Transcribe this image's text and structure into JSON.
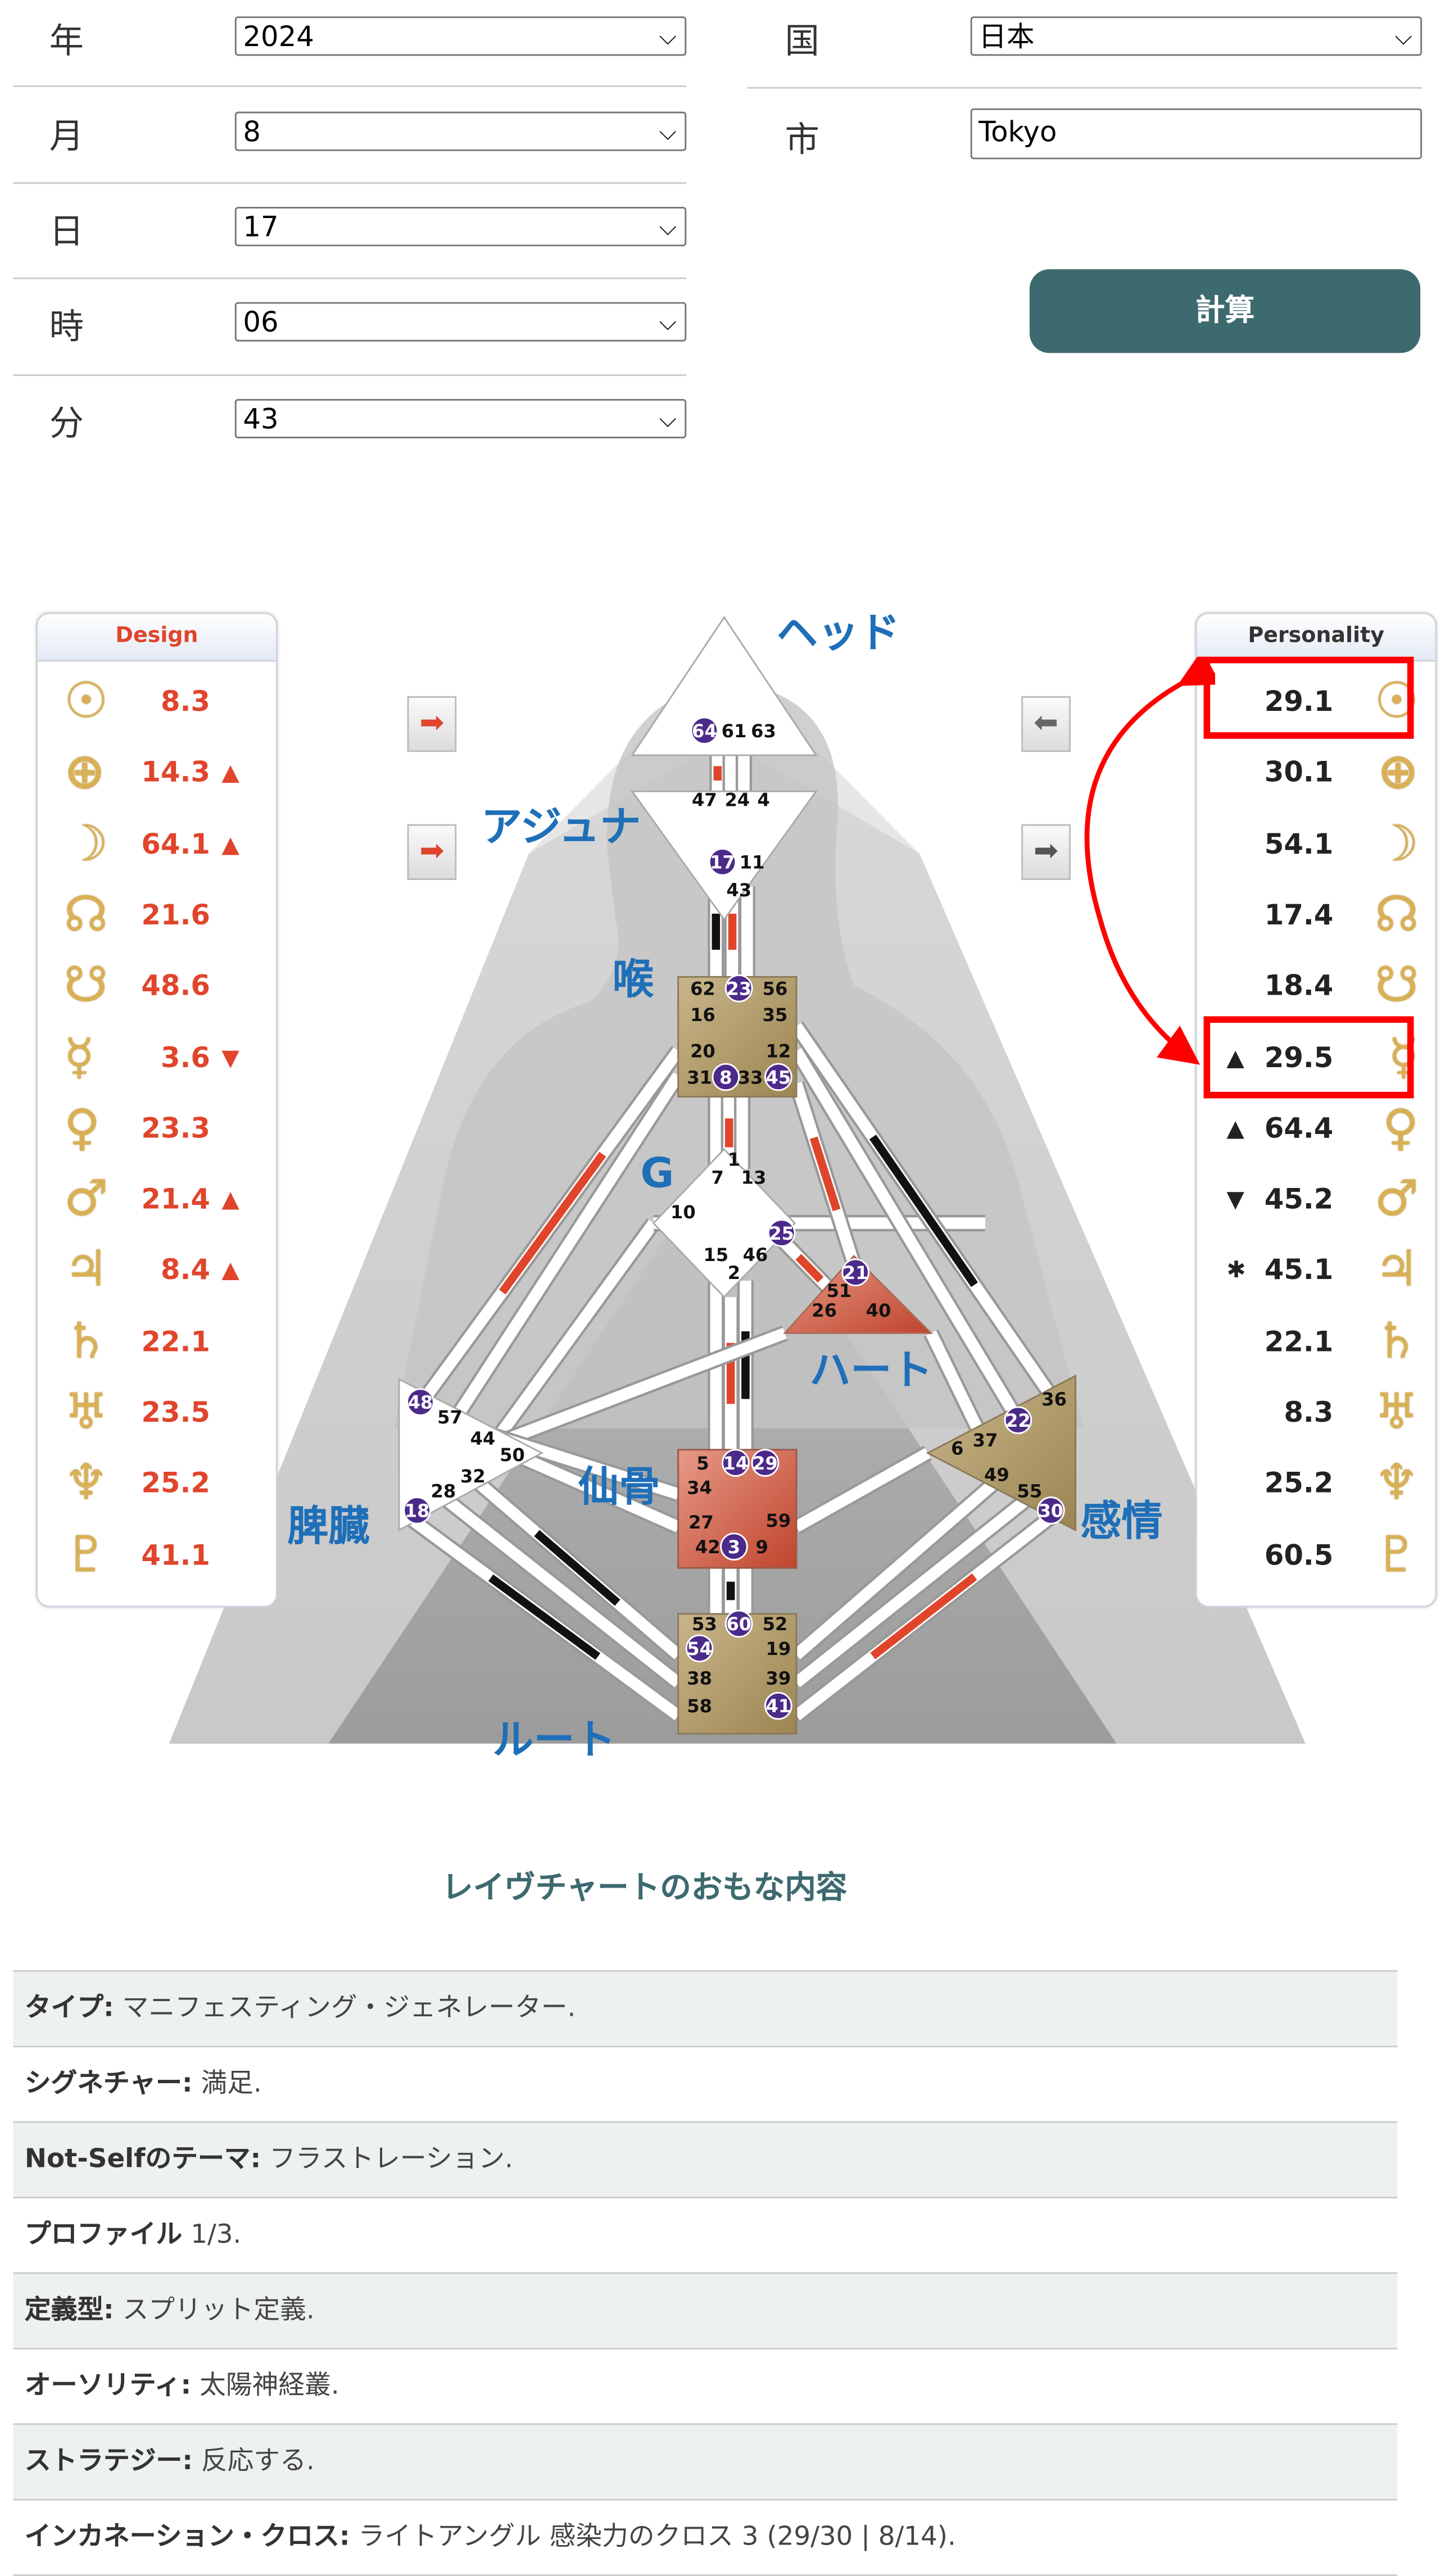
{
  "form": {
    "year": {
      "label": "年",
      "value": "2024"
    },
    "month": {
      "label": "月",
      "value": "8"
    },
    "day": {
      "label": "日",
      "value": "17"
    },
    "hour": {
      "label": "時",
      "value": "06"
    },
    "minute": {
      "label": "分",
      "value": "43"
    },
    "country": {
      "label": "国",
      "value": "日本"
    },
    "city": {
      "label": "市",
      "value": "Tokyo"
    },
    "calculate_label": "計算"
  },
  "design": {
    "title": "Design",
    "rows": [
      {
        "planet": "sun",
        "symbol": "☉",
        "value": "8.3",
        "marker": ""
      },
      {
        "planet": "earth",
        "symbol": "⊕",
        "value": "14.3",
        "marker": "▲"
      },
      {
        "planet": "moon",
        "symbol": "☽",
        "value": "64.1",
        "marker": "▲"
      },
      {
        "planet": "north-node",
        "symbol": "☊",
        "value": "21.6",
        "marker": ""
      },
      {
        "planet": "south-node",
        "symbol": "☋",
        "value": "48.6",
        "marker": ""
      },
      {
        "planet": "mercury",
        "symbol": "☿",
        "value": "3.6",
        "marker": "▼"
      },
      {
        "planet": "venus",
        "symbol": "♀",
        "value": "23.3",
        "marker": ""
      },
      {
        "planet": "mars",
        "symbol": "♂",
        "value": "21.4",
        "marker": "▲"
      },
      {
        "planet": "jupiter",
        "symbol": "♃",
        "value": "8.4",
        "marker": "▲"
      },
      {
        "planet": "saturn",
        "symbol": "♄",
        "value": "22.1",
        "marker": ""
      },
      {
        "planet": "uranus",
        "symbol": "♅",
        "value": "23.5",
        "marker": ""
      },
      {
        "planet": "neptune",
        "symbol": "♆",
        "value": "25.2",
        "marker": ""
      },
      {
        "planet": "pluto",
        "symbol": "♇",
        "value": "41.1",
        "marker": ""
      }
    ]
  },
  "personality": {
    "title": "Personality",
    "rows": [
      {
        "planet": "sun",
        "symbol": "☉",
        "value": "29.1",
        "marker": ""
      },
      {
        "planet": "earth",
        "symbol": "⊕",
        "value": "30.1",
        "marker": ""
      },
      {
        "planet": "moon",
        "symbol": "☽",
        "value": "54.1",
        "marker": ""
      },
      {
        "planet": "north-node",
        "symbol": "☊",
        "value": "17.4",
        "marker": ""
      },
      {
        "planet": "south-node",
        "symbol": "☋",
        "value": "18.4",
        "marker": ""
      },
      {
        "planet": "mercury",
        "symbol": "☿",
        "value": "29.5",
        "marker": "▲"
      },
      {
        "planet": "venus",
        "symbol": "♀",
        "value": "64.4",
        "marker": "▲"
      },
      {
        "planet": "mars",
        "symbol": "♂",
        "value": "45.2",
        "marker": "▼"
      },
      {
        "planet": "jupiter",
        "symbol": "♃",
        "value": "45.1",
        "marker": "✱"
      },
      {
        "planet": "saturn",
        "symbol": "♄",
        "value": "22.1",
        "marker": ""
      },
      {
        "planet": "uranus",
        "symbol": "♅",
        "value": "8.3",
        "marker": ""
      },
      {
        "planet": "neptune",
        "symbol": "♆",
        "value": "25.2",
        "marker": ""
      },
      {
        "planet": "pluto",
        "symbol": "♇",
        "value": "60.5",
        "marker": ""
      }
    ]
  },
  "centers": {
    "head": "ヘッド",
    "ajna": "アジュナ",
    "throat": "喉",
    "g": "G",
    "heart": "ハート",
    "sacral": "仙骨",
    "spleen": "脾臓",
    "solar": "感情",
    "root": "ルート"
  },
  "highlighted_gates": [
    "64",
    "17",
    "23",
    "8",
    "45",
    "25",
    "21",
    "48",
    "18",
    "14",
    "29",
    "3",
    "22",
    "30",
    "60",
    "54",
    "41"
  ],
  "gates": [
    "64",
    "61",
    "63",
    "47",
    "24",
    "4",
    "17",
    "11",
    "43",
    "62",
    "23",
    "56",
    "16",
    "35",
    "20",
    "12",
    "31",
    "8",
    "33",
    "45",
    "1",
    "7",
    "13",
    "10",
    "25",
    "15",
    "46",
    "2",
    "21",
    "51",
    "26",
    "40",
    "48",
    "57",
    "44",
    "50",
    "32",
    "28",
    "18",
    "5",
    "14",
    "29",
    "34",
    "27",
    "59",
    "42",
    "3",
    "9",
    "36",
    "22",
    "37",
    "6",
    "49",
    "55",
    "30",
    "53",
    "60",
    "52",
    "54",
    "19",
    "38",
    "39",
    "58",
    "41"
  ],
  "colors": {
    "accent": "#3d6a6e",
    "design": "#e0452c",
    "gold": "#d9b055",
    "center_label": "#1f6fb8",
    "highlight": "#ff0000",
    "gate_circle": "#4b2a8a"
  },
  "summary": {
    "title": "レイヴチャートのおもな内容",
    "rows": [
      {
        "label": "タイプ:",
        "value": "マニフェスティング・ジェネレーター."
      },
      {
        "label": "シグネチャー:",
        "value": "満足."
      },
      {
        "label": "Not-Selfのテーマ:",
        "value": "フラストレーション."
      },
      {
        "label": "プロファイル",
        "value": "1/3."
      },
      {
        "label": "定義型:",
        "value": "スプリット定義."
      },
      {
        "label": "オーソリティ:",
        "value": "太陽神経叢."
      },
      {
        "label": "ストラテジー:",
        "value": "反応する."
      },
      {
        "label": "インカネーション・クロス:",
        "value": "ライトアングル 感染力のクロス 3 (29/30 | 8/14)."
      }
    ]
  }
}
